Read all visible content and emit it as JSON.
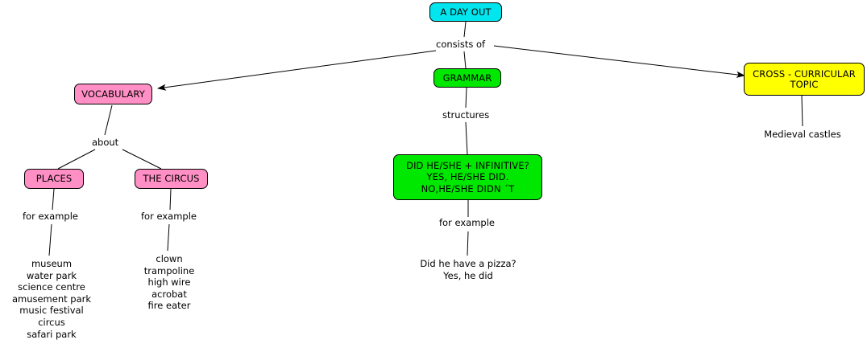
{
  "diagram": {
    "title": "A DAY OUT concept map",
    "type": "concept-map",
    "background": "#FFFFFF"
  },
  "colors": {
    "root": "#00E5EE",
    "vocabulary": "#FF8FC4",
    "grammar": "#00E800",
    "cross_curricular": "#FFFF00",
    "outline": "#000000",
    "text": "#000000",
    "edge": "#000000"
  },
  "nodes": {
    "root": {
      "label": "A DAY OUT",
      "fill": "#00E5EE"
    },
    "vocabulary": {
      "label": "VOCABULARY",
      "fill": "#FF8FC4"
    },
    "grammar": {
      "label": "GRAMMAR",
      "fill": "#00E800"
    },
    "cross_curricular": {
      "label": "CROSS - CURRICULAR\nTOPIC",
      "fill": "#FFFF00"
    },
    "places": {
      "label": "PLACES",
      "fill": "#FF8FC4"
    },
    "circus": {
      "label": "THE CIRCUS",
      "fill": "#FF8FC4"
    },
    "structures_box": {
      "label": "DID HE/SHE + INFINITIVE?\nYES, HE/SHE DID.\nNO,HE/SHE DIDN ´T",
      "fill": "#00E800"
    }
  },
  "link_labels": {
    "consists_of": "consists of",
    "about": "about",
    "structures": "structures",
    "for_example_places": "for example",
    "for_example_circus": "for example",
    "for_example_grammar": "for example"
  },
  "leaves": {
    "places_examples": "museum\nwater park\nscience centre\namusement park\nmusic festival\ncircus\nsafari park",
    "circus_examples": "clown\ntrampoline\nhigh wire\nacrobat\nfire eater",
    "grammar_examples": "Did he have a pizza?\nYes, he did",
    "cross_curricular_example": "Medieval castles"
  },
  "lists": {
    "places_items": [
      "museum",
      "water park",
      "science centre",
      "amusement park",
      "music festival",
      "circus",
      "safari park"
    ],
    "circus_items": [
      "clown",
      "trampoline",
      "high wire",
      "acrobat",
      "fire eater"
    ],
    "grammar_items": [
      "Did he have a pizza?",
      "Yes, he did"
    ],
    "cross_curricular_items": [
      "Medieval castles"
    ]
  }
}
